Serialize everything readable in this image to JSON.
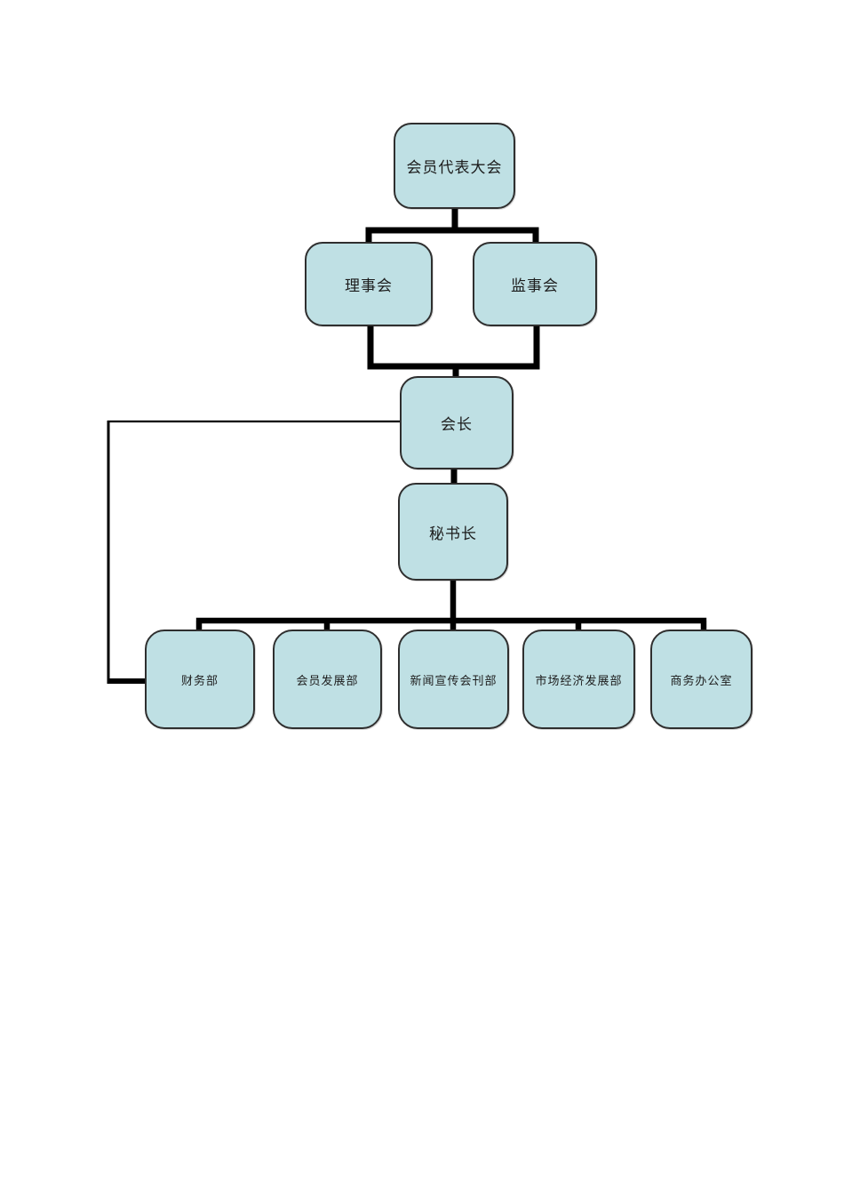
{
  "colors": {
    "page_bg": "#ffffff",
    "node_fill": "#bfe0e4",
    "node_border": "#2f2f2f",
    "connector": "#000000",
    "text": "#1c1c1c"
  },
  "org_chart": {
    "type": "org-tree",
    "nodes": [
      {
        "id": "member-assembly",
        "label": "会员代表大会",
        "level": 1
      },
      {
        "id": "council",
        "label": "理事会",
        "level": 2
      },
      {
        "id": "supervisory-board",
        "label": "监事会",
        "level": 2
      },
      {
        "id": "president",
        "label": "会长",
        "level": 3
      },
      {
        "id": "secretary-general",
        "label": "秘书长",
        "level": 4
      },
      {
        "id": "finance-dept",
        "label": "财务部",
        "level": 5
      },
      {
        "id": "member-dev-dept",
        "label": "会员发展部",
        "level": 5
      },
      {
        "id": "news-publicity-dept",
        "label": "新闻宣传会刊部",
        "level": 5
      },
      {
        "id": "market-economy-dept",
        "label": "市场经济发展部",
        "level": 5
      },
      {
        "id": "business-office",
        "label": "商务办公室",
        "level": 5
      }
    ],
    "edges": [
      {
        "from": "member-assembly",
        "to": "council"
      },
      {
        "from": "member-assembly",
        "to": "supervisory-board"
      },
      {
        "from": "council",
        "to": "president"
      },
      {
        "from": "supervisory-board",
        "to": "president"
      },
      {
        "from": "president",
        "to": "secretary-general"
      },
      {
        "from": "secretary-general",
        "to": "finance-dept"
      },
      {
        "from": "secretary-general",
        "to": "member-dev-dept"
      },
      {
        "from": "secretary-general",
        "to": "news-publicity-dept"
      },
      {
        "from": "secretary-general",
        "to": "market-economy-dept"
      },
      {
        "from": "secretary-general",
        "to": "business-office"
      },
      {
        "from": "president",
        "to": "finance-dept",
        "style": "thin-side-loop"
      }
    ]
  }
}
